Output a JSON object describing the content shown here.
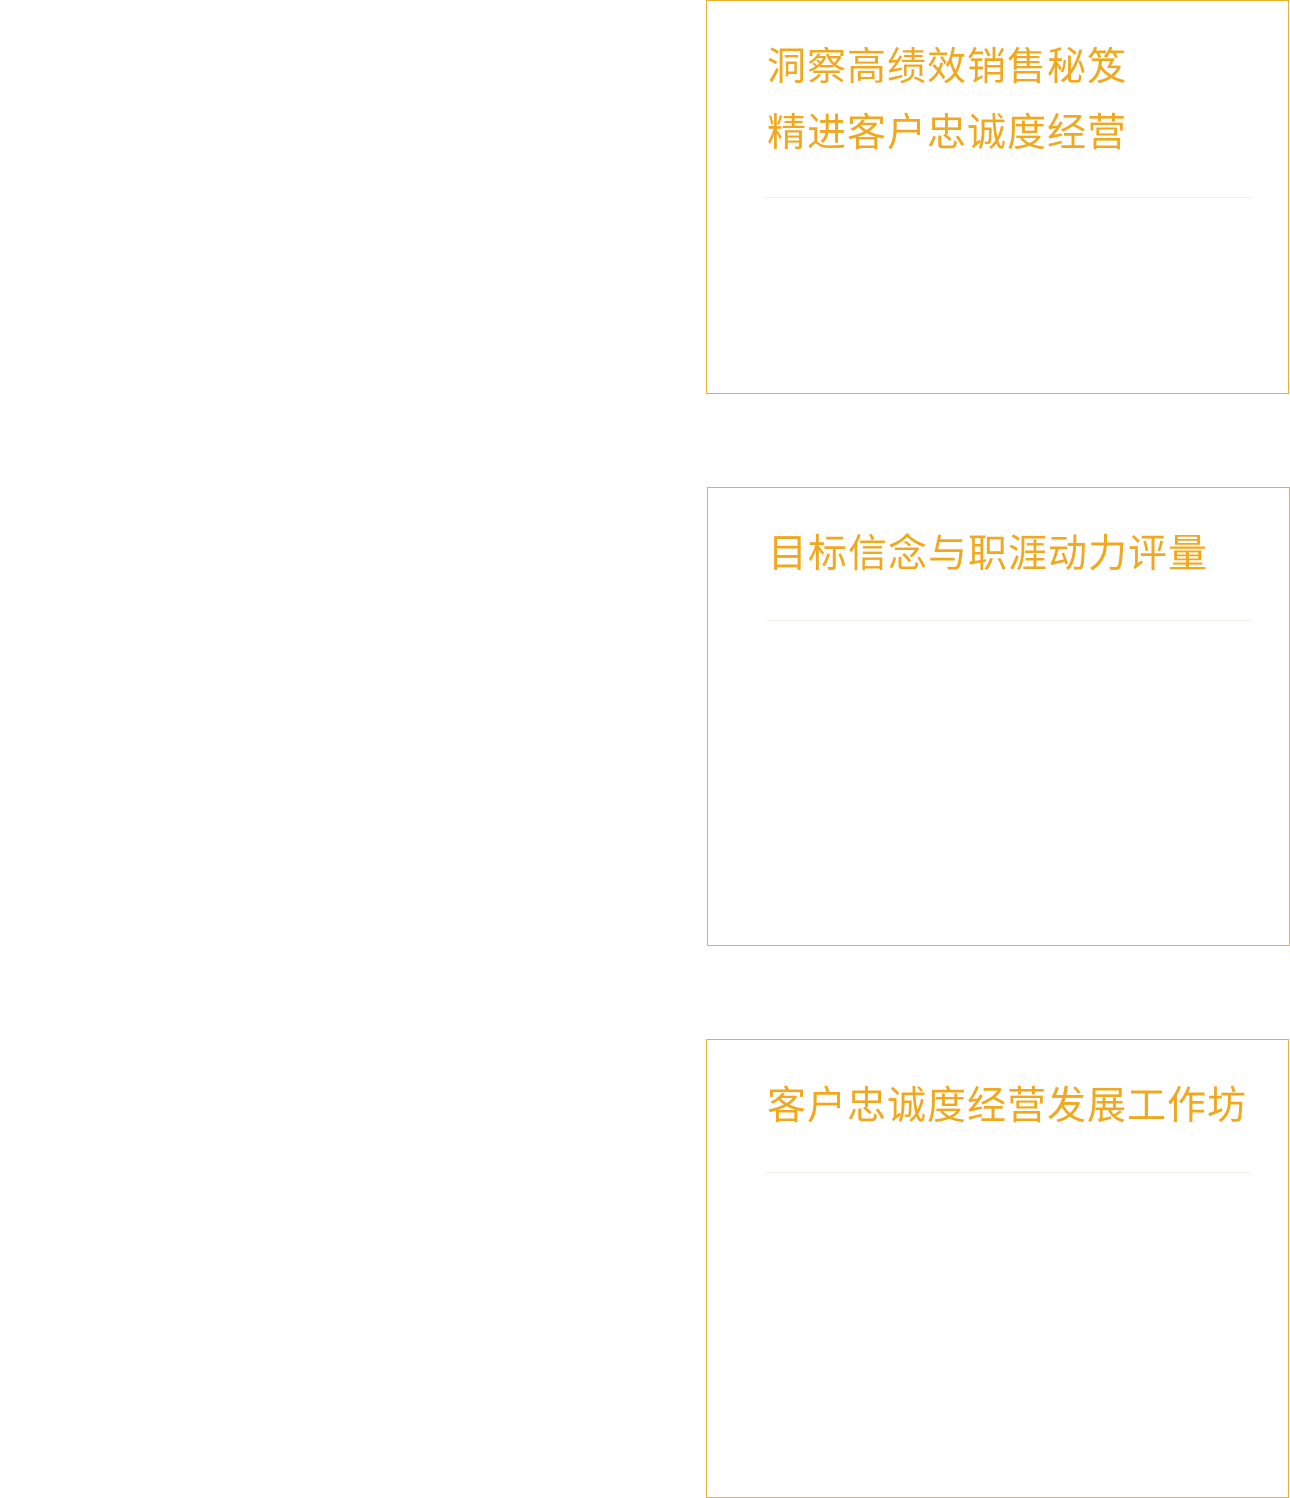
{
  "cards": [
    {
      "title_lines": [
        "洞察高绩效销售秘笈",
        "精进客户忠诚度经营"
      ]
    },
    {
      "title_lines": [
        "目标信念与职涯动力评量"
      ]
    },
    {
      "title_lines": [
        "客户忠诚度经营发展工作坊"
      ]
    }
  ],
  "colors": {
    "accent": "#f0a81e",
    "border": "#e8b22e"
  }
}
